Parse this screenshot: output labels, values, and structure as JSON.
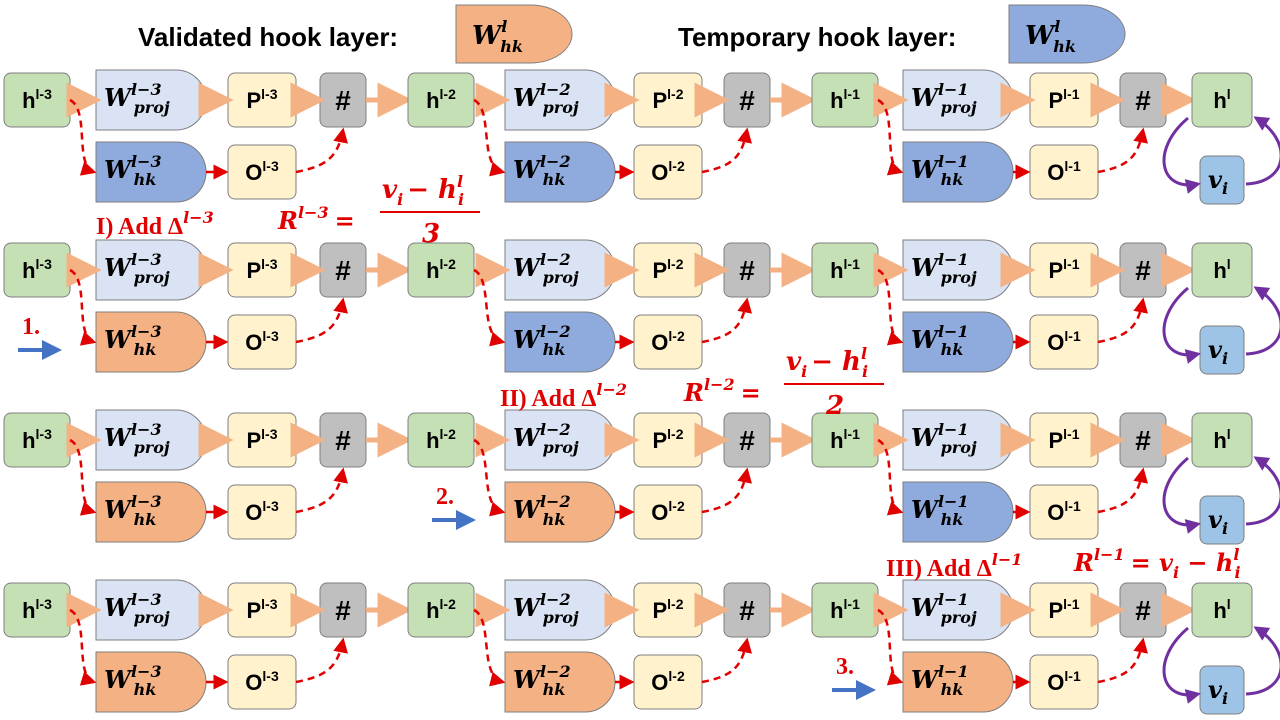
{
  "legend": {
    "validated_label": "Validated hook layer:",
    "temporary_label": "Temporary hook layer:",
    "symbol": "W",
    "symbol_sub": "hk",
    "symbol_sup": "l"
  },
  "colors": {
    "validated": "#f4b183",
    "temporary": "#8faadc",
    "proj_fill": "#dae3f3",
    "h_fill": "#c5e0b4",
    "po_fill": "#fff2cc",
    "hash_fill": "#bfbfbf",
    "v_fill": "#9dc3e6",
    "red": "#e00000",
    "orange_arrow": "#f4b183",
    "blue_arrow": "#4472c4",
    "purple": "#7030a0"
  },
  "nodes": {
    "h_base": "h",
    "p_base": "P",
    "o_base": "O",
    "hash": "#",
    "w_base": "W",
    "proj_sub": "proj",
    "hk_sub": "hk",
    "v_base": "v",
    "v_sub": "i",
    "sup_l": "l",
    "sup_l1": "l-1",
    "sup_l2": "l-2",
    "sup_l3": "l-3",
    "msup_l1": "l−1",
    "msup_l2": "l−2",
    "msup_l3": "l−3"
  },
  "rows": [
    {
      "hooks": [
        "temporary",
        "temporary",
        "temporary"
      ],
      "step_label": ""
    },
    {
      "hooks": [
        "validated",
        "temporary",
        "temporary"
      ],
      "step_label": "1."
    },
    {
      "hooks": [
        "validated",
        "validated",
        "temporary"
      ],
      "step_label": "2."
    },
    {
      "hooks": [
        "validated",
        "validated",
        "validated"
      ],
      "step_label": "3."
    }
  ],
  "annotations": {
    "a1": {
      "label": "I) Add Δ",
      "sup": "l−3",
      "R": "R",
      "R_sup": "l−3",
      "eq": "=",
      "num": "v",
      "num_sub": "i",
      "minus": "− h",
      "h_sub": "i",
      "h_sup": "l",
      "den": "3"
    },
    "a2": {
      "label": "II) Add Δ",
      "sup": "l−2",
      "R": "R",
      "R_sup": "l−2",
      "eq": "=",
      "num": "v",
      "num_sub": "i",
      "minus": "− h",
      "h_sub": "i",
      "h_sup": "l",
      "den": "2"
    },
    "a3": {
      "label": "III) Add Δ",
      "sup": "l−1",
      "R": "R",
      "R_sup": "l−1",
      "eq": "= v",
      "eq_sub": "i",
      "minus": " − h",
      "h_sub": "i",
      "h_sup": "l"
    }
  }
}
